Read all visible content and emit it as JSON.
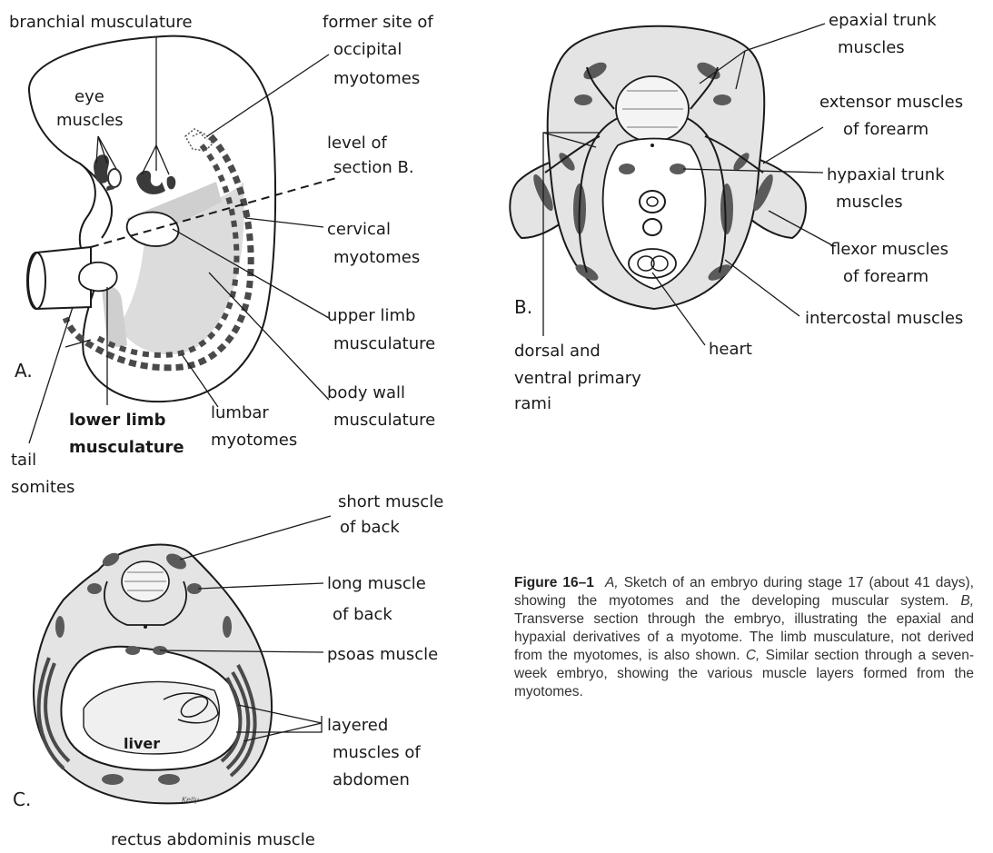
{
  "panelA": {
    "letter": "A.",
    "labels": {
      "branchial": "branchial musculature",
      "former1": "former site of",
      "former2": "occipital",
      "former3": "myotomes",
      "eye1": "eye",
      "eye2": "muscles",
      "level1": "level of",
      "level2": "section B.",
      "cervical1": "cervical",
      "cervical2": "myotomes",
      "upper1": "upper limb",
      "upper2": "musculature",
      "body1": "body wall",
      "body2": "musculature",
      "lower1": "lower limb",
      "lower2": "musculature",
      "lumbar1": "lumbar",
      "lumbar2": "myotomes",
      "tail1": "tail",
      "tail2": "somites"
    }
  },
  "panelB": {
    "letter": "B.",
    "labels": {
      "epaxial1": "epaxial trunk",
      "epaxial2": "muscles",
      "extensor1": "extensor muscles",
      "extensor2": "of forearm",
      "hypaxial1": "hypaxial trunk",
      "hypaxial2": "muscles",
      "flexor1": "flexor muscles",
      "flexor2": "of forearm",
      "intercostal": "intercostal muscles",
      "heart": "heart",
      "dorsal1": "dorsal and",
      "dorsal2": "ventral primary",
      "dorsal3": "rami"
    }
  },
  "panelC": {
    "letter": "C.",
    "labels": {
      "short1": "short muscle",
      "short2": "of back",
      "long1": "long muscle",
      "long2": "of back",
      "psoas": "psoas muscle",
      "layered1": "layered",
      "layered2": "muscles of",
      "layered3": "abdomen",
      "liver": "liver",
      "rectus": "rectus abdominis muscle",
      "signature": "Kelly"
    }
  },
  "caption": {
    "figure_number": "Figure 16–1",
    "a_letter": "A,",
    "a_text": "Sketch of an embryo during stage 17 (about 41 days), showing the myotomes and the developing muscular system.",
    "b_letter": "B,",
    "b_text": "Transverse section through the embryo, illustrating the epaxial and hypaxial derivatives of a myotome. The limb musculature, not derived from the myotomes, is also shown.",
    "c_letter": "C,",
    "c_text": "Similar section through a seven-week embryo, showing the various muscle layers formed from the myotomes."
  },
  "colors": {
    "ink": "#1a1a1a",
    "tissue": "#e4e4e4",
    "muscle": "#5a5a5a",
    "paper": "#ffffff"
  }
}
